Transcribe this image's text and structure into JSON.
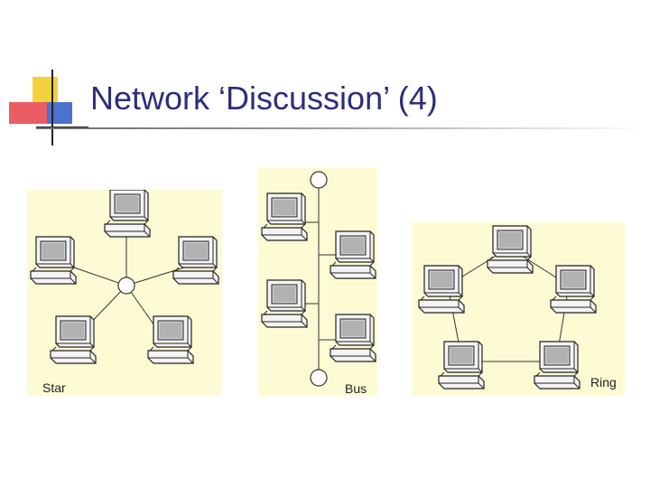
{
  "slide": {
    "title": "Network ‘Discussion’ (4)"
  },
  "topologies": {
    "star": {
      "caption": "Star"
    },
    "bus": {
      "caption": "Bus"
    },
    "ring": {
      "caption": "Ring"
    }
  },
  "colors": {
    "title_text": "#2b2e7d",
    "panel_background": "#fdfbd3",
    "logo_yellow": "#f3d13c",
    "logo_red": "#e8414a",
    "logo_blue": "#3a63c9"
  },
  "icons": [
    "computer-icon",
    "hub-icon",
    "bus-terminator-icon"
  ]
}
